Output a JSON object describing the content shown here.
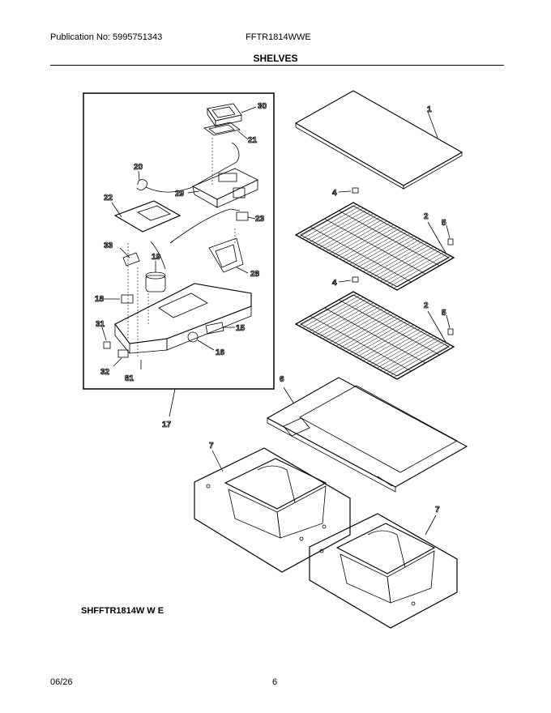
{
  "header": {
    "publication": "Publication No: 5995751343",
    "model": "FFTR1814WWE",
    "section_title": "SHELVES"
  },
  "callouts": {
    "c1": "1",
    "c2a": "2",
    "c2b": "2",
    "c4a": "4",
    "c4b": "4",
    "c5a": "5",
    "c5b": "5",
    "c6": "6",
    "c7a": "7",
    "c7b": "7",
    "c15": "15",
    "c16": "16",
    "c17": "17",
    "c18": "18",
    "c19": "19",
    "c20": "20",
    "c21": "21",
    "c22": "22",
    "c23": "23",
    "c28": "28",
    "c29": "29",
    "c30": "30",
    "c31": "31",
    "c32": "32",
    "c33": "33",
    "c81": "81"
  },
  "drawing_code": "SHFFTR1814W W E",
  "footer": {
    "date": "06/26",
    "page": "6"
  }
}
